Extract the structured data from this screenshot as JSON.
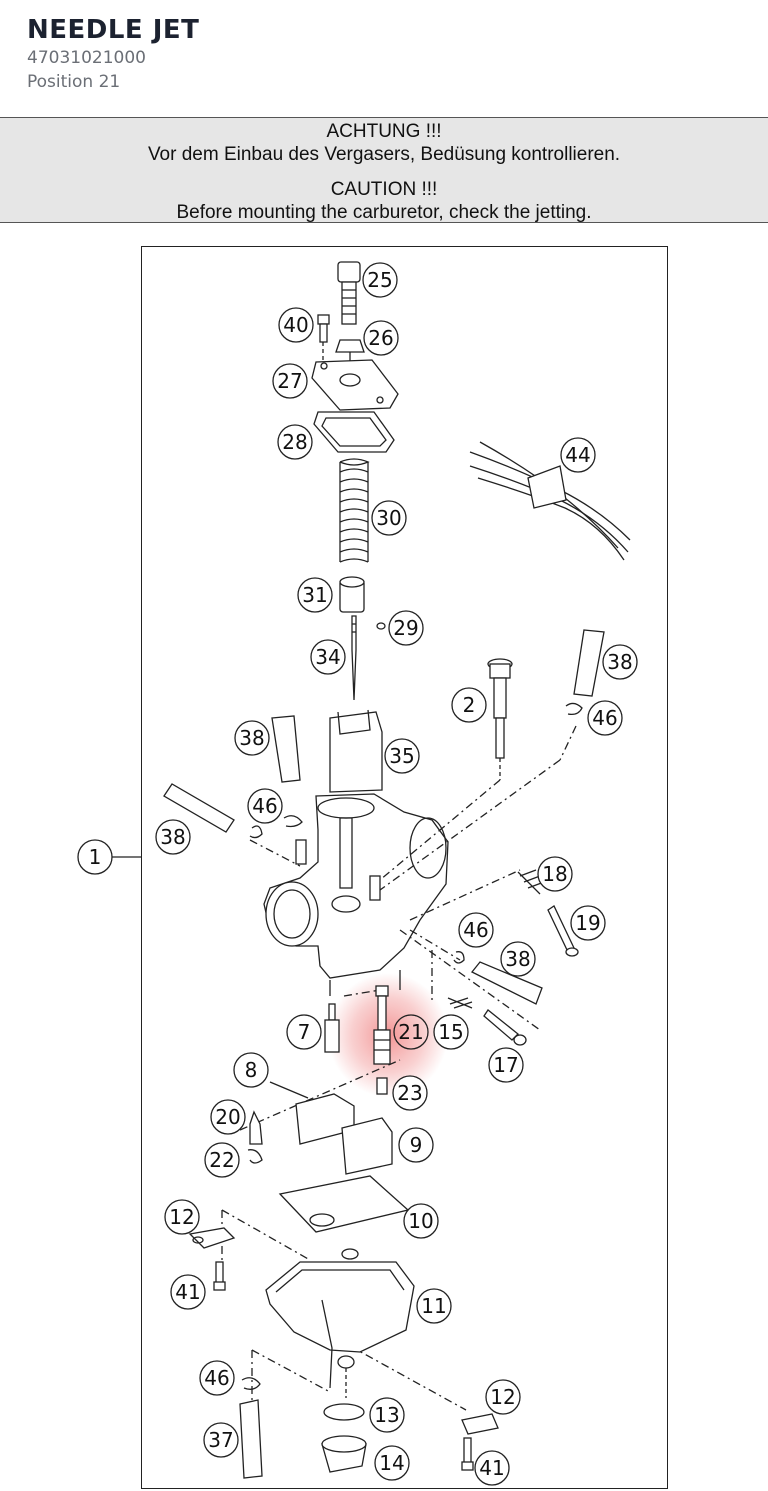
{
  "header": {
    "title": "NEEDLE JET",
    "part_number": "47031021000",
    "position": "Position 21"
  },
  "notice": {
    "de_heading": "ACHTUNG !!!",
    "de_text": "Vor dem Einbau des Vergasers, Bedüsung kontrollieren.",
    "en_heading": "CAUTION !!!",
    "en_text": "Before mounting the carburetor, check the jetting."
  },
  "diagram": {
    "highlight_color": "#f4a8a8",
    "callouts": [
      "25",
      "40",
      "26",
      "27",
      "28",
      "44",
      "30",
      "31",
      "29",
      "34",
      "38",
      "2",
      "46",
      "38",
      "35",
      "46",
      "38",
      "1",
      "18",
      "19",
      "46",
      "38",
      "7",
      "21",
      "15",
      "17",
      "8",
      "23",
      "20",
      "9",
      "22",
      "10",
      "12",
      "41",
      "11",
      "46",
      "12",
      "13",
      "37",
      "14",
      "41"
    ]
  }
}
